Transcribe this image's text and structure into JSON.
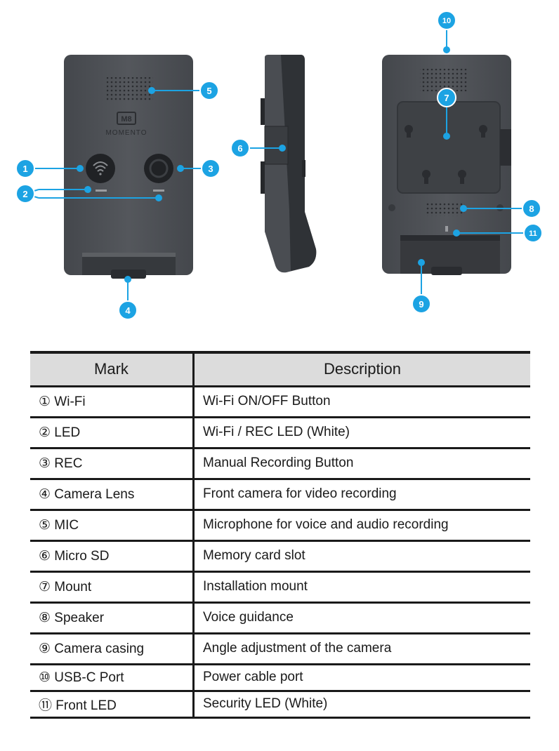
{
  "callouts": [
    "1",
    "2",
    "3",
    "4",
    "5",
    "6",
    "7",
    "8",
    "9",
    "10",
    "11"
  ],
  "device": {
    "logo_mark": "M8",
    "logo_text": "MOMENTO"
  },
  "table": {
    "headers": [
      "Mark",
      "Description"
    ],
    "rows": [
      {
        "mark": "① Wi-Fi",
        "desc": "Wi-Fi ON/OFF Button"
      },
      {
        "mark": "② LED",
        "desc": "Wi-Fi / REC LED (White)"
      },
      {
        "mark": "③ REC",
        "desc": "Manual Recording Button"
      },
      {
        "mark": "④ Camera Lens",
        "desc": "Front camera for video recording"
      },
      {
        "mark": "⑤ MIC",
        "desc": "Microphone for voice and audio recording"
      },
      {
        "mark": "⑥ Micro SD",
        "desc": "Memory card slot"
      },
      {
        "mark": "⑦ Mount",
        "desc": "Installation mount"
      },
      {
        "mark": "⑧ Speaker",
        "desc": "Voice guidance"
      },
      {
        "mark": "⑨ Camera casing",
        "desc": "Angle adjustment of the camera"
      },
      {
        "mark": "⑩ USB-C Port",
        "desc": "Power cable port"
      },
      {
        "mark": "⑪ Front LED",
        "desc": "Security LED (White)"
      }
    ]
  },
  "colors": {
    "callout": "#1ca3e3",
    "device_body": "#4b4e53",
    "device_dark": "#2f3236"
  }
}
